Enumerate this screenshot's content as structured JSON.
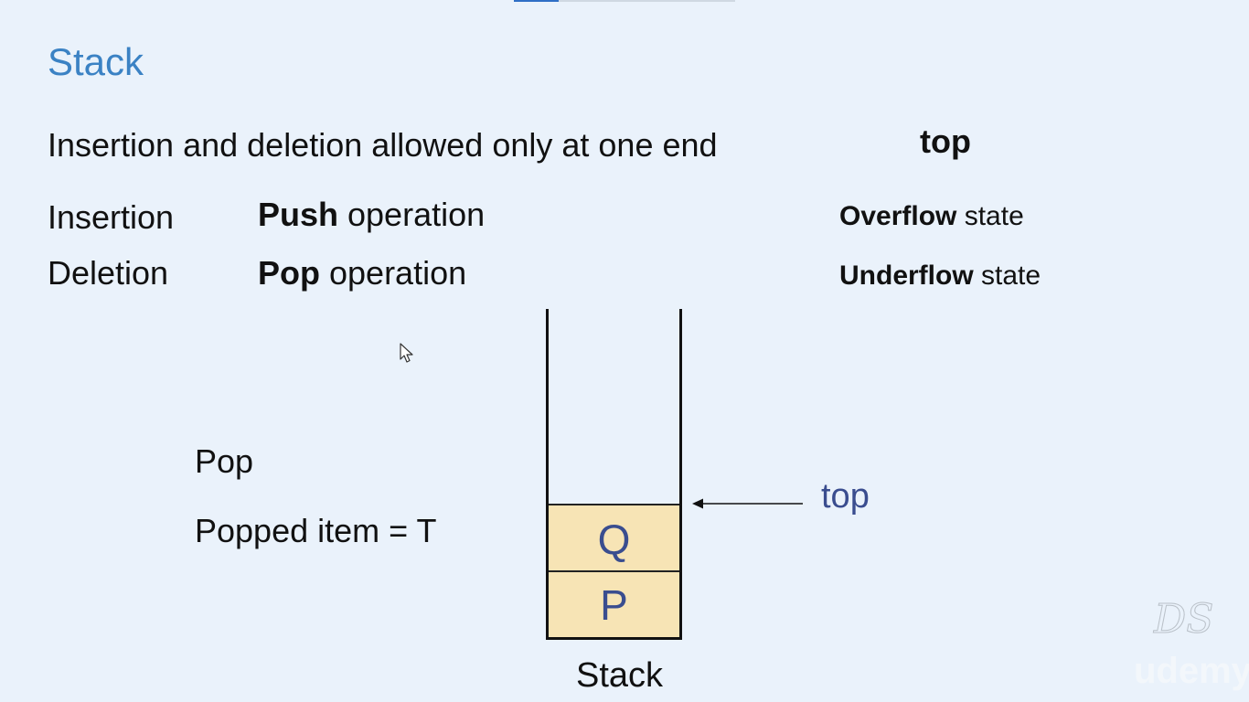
{
  "slide": {
    "title": "Stack",
    "definition": "Insertion and deletion allowed only at one end",
    "end_keyword": "top",
    "rows": [
      {
        "label": "Insertion",
        "op_name": "Push",
        "op_suffix": " operation",
        "state_name": "Overflow",
        "state_suffix": " state"
      },
      {
        "label": "Deletion",
        "op_name": "Pop",
        "op_suffix": " operation",
        "state_name": "Underflow",
        "state_suffix": " state"
      }
    ],
    "action": "Pop",
    "result": "Popped item = T"
  },
  "stack": {
    "items_top_to_bottom": [
      "Q",
      "P"
    ],
    "pointer_label": "top",
    "caption": "Stack",
    "cell_color": "#f7e4b5",
    "item_text_color": "#3a4d8f"
  },
  "watermark": {
    "monogram": "DS",
    "brand": "udemy"
  },
  "colors": {
    "background": "#eaf2fb",
    "title": "#3b82c4"
  }
}
